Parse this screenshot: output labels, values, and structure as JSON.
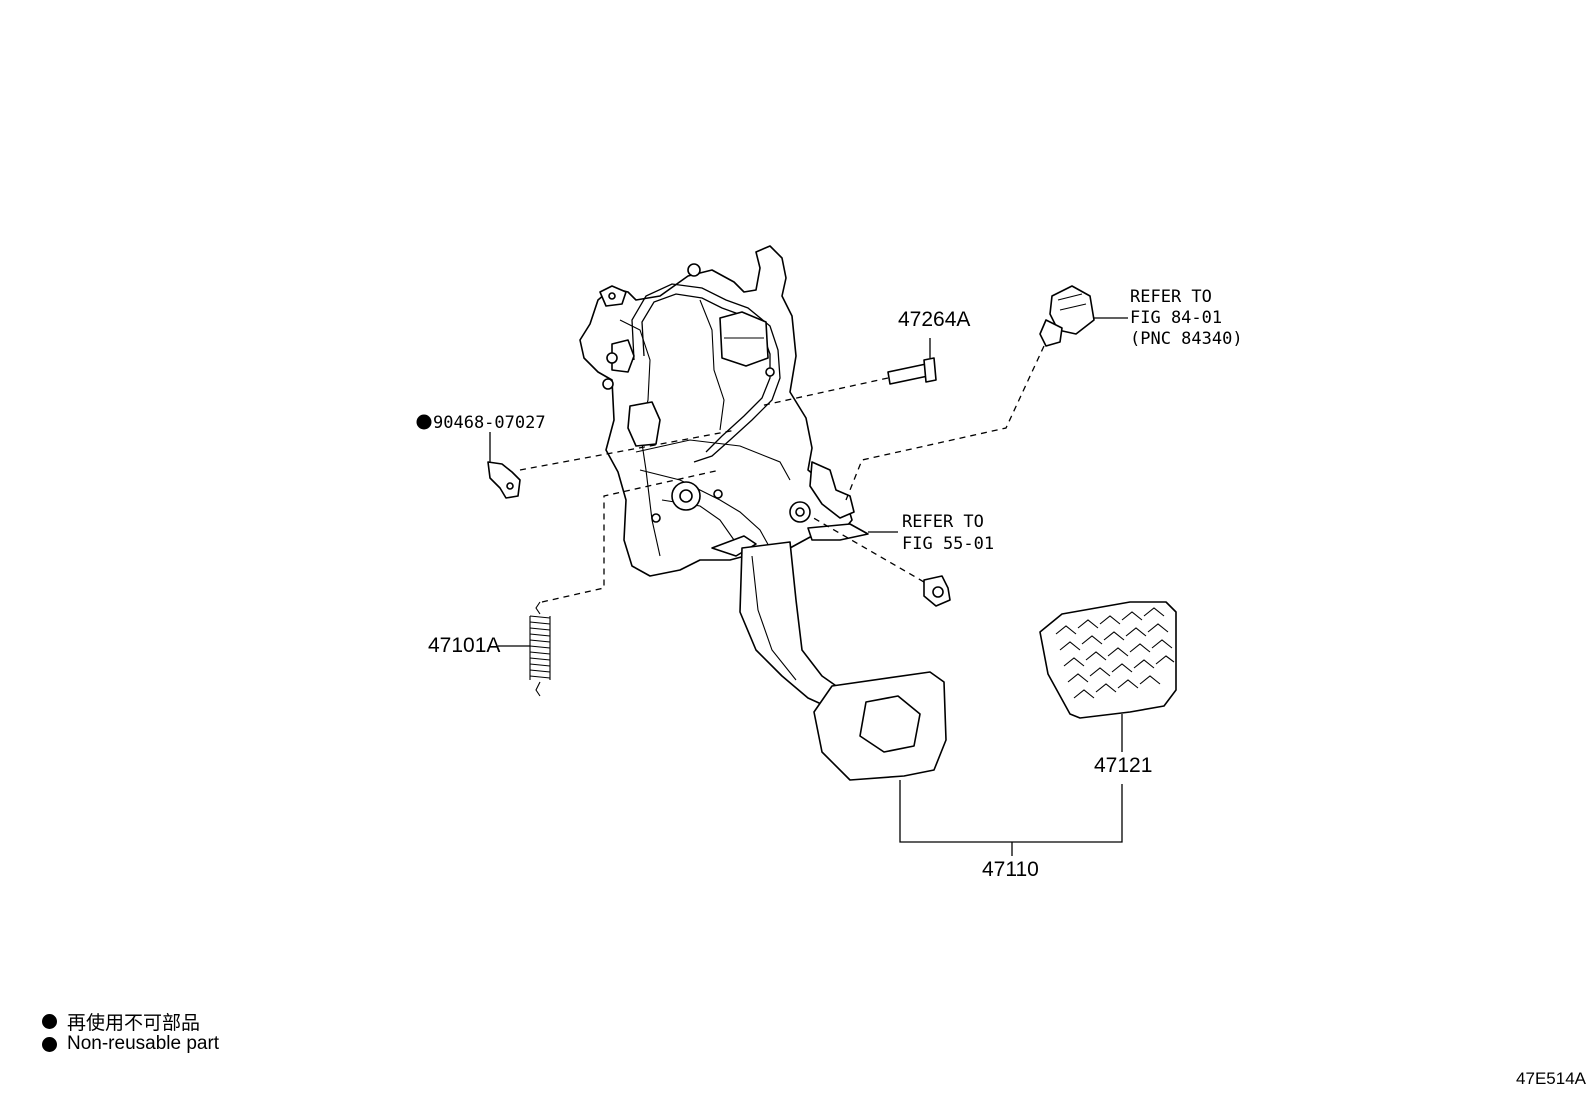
{
  "callouts": {
    "bolt_47264A": "47264A",
    "clip_90468": "90468-07027",
    "spring_47101A": "47101A",
    "switch_ref_line1": "REFER TO",
    "switch_ref_line2": "FIG 84-01",
    "switch_ref_line3": "(PNC 84340)",
    "bolt_ref_line1": "REFER TO",
    "bolt_ref_line2": "FIG 55-01",
    "pad_47121": "47121",
    "assy_47110": "47110"
  },
  "legend": {
    "ja": "再使用不可部品",
    "en": "Non-reusable part"
  },
  "figure_code": "47E514A"
}
